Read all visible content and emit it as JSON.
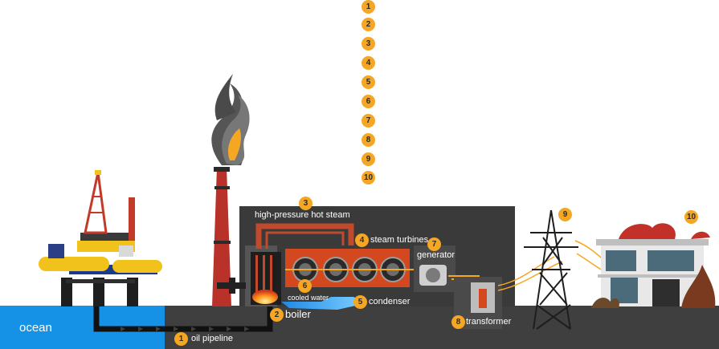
{
  "legend_numbers": [
    "1",
    "2",
    "3",
    "4",
    "5",
    "6",
    "7",
    "8",
    "9",
    "10"
  ],
  "labels": {
    "ocean": "ocean",
    "oil_pipeline": "oil pipeline",
    "boiler": "boiler",
    "high_pressure_hot_steam": "high-pressure hot steam",
    "steam_turbines": "steam turbines",
    "generator": "generator",
    "cooled_water": "cooled water",
    "condenser": "condenser",
    "transformer": "transformer"
  },
  "markers": {
    "oil_pipeline": "1",
    "boiler": "2",
    "steam": "3",
    "turbines": "4",
    "condenser": "5",
    "cooled_water": "6",
    "generator": "7",
    "transformer": "8",
    "pylon": "9",
    "house": "10"
  },
  "colors": {
    "badge": "#f5a623",
    "ground": "#3f3f3f",
    "ocean": "#1592e6",
    "plant": "#3a3a3a",
    "chimney": "#b8322a",
    "turbine_bg": "#d4481f",
    "steam_pipe": "#c24a2c",
    "water": "#35a8ef"
  }
}
